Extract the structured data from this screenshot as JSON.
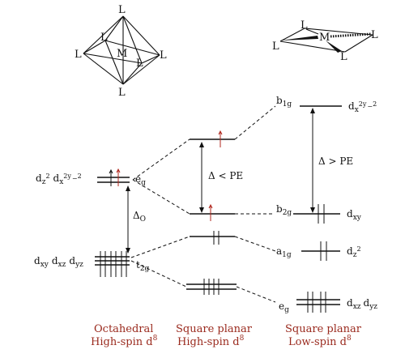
{
  "molecules": {
    "octahedral": {
      "metal": "M",
      "ligand": "L"
    },
    "square_planar": {
      "metal": "M",
      "ligand": "L"
    }
  },
  "octahedral": {
    "eg_orbitals": {
      "a": "d",
      "a_sub": "z",
      "a_sup": "2",
      "b": "d",
      "b_sub": "x",
      "b_sup": "2",
      "b_sup2": "y",
      "b_sup2_tail": "2"
    },
    "eg_label": "e",
    "eg_sub": "g",
    "t2g_orbitals": {
      "a": "d",
      "a_sub": "xy",
      "b": "d",
      "b_sub": "xz",
      "c": "d",
      "c_sub": "yz"
    },
    "t2g_label": "t",
    "t2g_sub": "2g",
    "gap_label": "Δ",
    "gap_sub": "O",
    "caption_line1": "Octahedral",
    "caption_line2": "High-spin d",
    "caption_sup": "8"
  },
  "square_planar_high": {
    "gap_label": "Δ < PE",
    "caption_line1": "Square planar",
    "caption_line2": "High-spin d",
    "caption_sup": "8"
  },
  "square_planar_low": {
    "b1g": "b",
    "b1g_sub": "1g",
    "b1g_orbital": "d",
    "b1g_orbital_sub": "x",
    "b1g_orbital_sup": "2",
    "b1g_orbital_sup2": "y",
    "b1g_orbital_sup2_tail": "2",
    "b2g": "b",
    "b2g_sub": "2g",
    "b2g_orbital": "d",
    "b2g_orbital_sub": "xy",
    "a1g": "a",
    "a1g_sub": "1g",
    "a1g_orbital": "d",
    "a1g_orbital_sub": "z",
    "a1g_orbital_sup": "2",
    "eg": "e",
    "eg_sub": "g",
    "eg_orbital_a": "d",
    "eg_orbital_a_sub": "xz",
    "eg_orbital_b": "d",
    "eg_orbital_b_sub": "yz",
    "gap_label": "Δ > PE",
    "caption_line1": "Square planar",
    "caption_line2": "Low-spin d",
    "caption_sup": "8"
  },
  "colors": {
    "caption": "#9a2a1e",
    "unpaired_spin": "#b0271d",
    "line": "#111111"
  }
}
